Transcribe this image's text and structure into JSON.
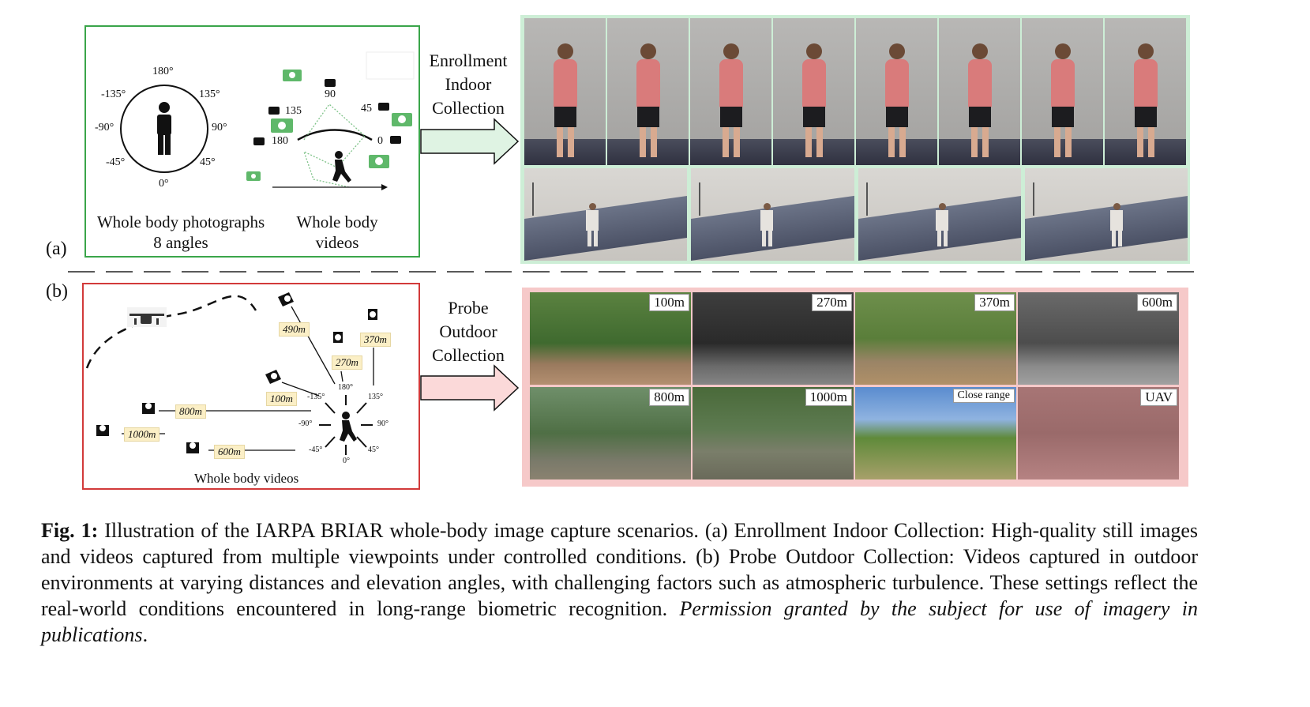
{
  "panel_a": {
    "label": "(a)",
    "angles": {
      "a180": "180°",
      "a135": "135°",
      "am135": "-135°",
      "a90": "90°",
      "am90": "-90°",
      "a45": "45°",
      "am45": "-45°",
      "a0": "0°"
    },
    "arc_marks": {
      "m90": "90",
      "m135": "135",
      "m45": "45",
      "m180": "180",
      "m0": "0"
    },
    "photos_caption_line1": "Whole body photographs",
    "photos_caption_line2": "8 angles",
    "videos_caption_line1": "Whole body",
    "videos_caption_line2": "videos"
  },
  "arrow_a": {
    "line1": "Enrollment",
    "line2": "Indoor",
    "line3": "Collection"
  },
  "panel_b": {
    "label": "(b)",
    "distances": {
      "d490": "490m",
      "d370": "370m",
      "d270": "270m",
      "d100": "100m",
      "d800": "800m",
      "d1000": "1000m",
      "d600": "600m"
    },
    "angles": {
      "a180": "180°",
      "a135": "135°",
      "am135": "-135°",
      "a90": "90°",
      "am90": "-90°",
      "a45": "45°",
      "am45": "-45°",
      "a0": "0°"
    },
    "videos_caption": "Whole body videos"
  },
  "arrow_b": {
    "line1": "Probe",
    "line2": "Outdoor",
    "line3": "Collection"
  },
  "probe_tags": [
    "100m",
    "270m",
    "370m",
    "600m",
    "800m",
    "1000m",
    "Close range",
    "UAV"
  ],
  "caption": {
    "fig_label": "Fig. 1:",
    "text": " Illustration of the IARPA BRIAR whole-body image capture scenarios. (a) Enrollment Indoor Collection: High-quality still images and videos captured from multiple viewpoints under controlled conditions. (b) Probe Outdoor Collection: Videos captured in outdoor environments at varying distances and elevation angles, with challenging factors such as atmospheric turbulence. These settings reflect the real-world conditions encountered in long-range biometric recognition. ",
    "italic": "Permission granted by the subject for use of imagery in publications",
    "end": "."
  },
  "colors": {
    "green_border": "#3aa54a",
    "red_border": "#d23a3a",
    "green_frame": "#cdeed6",
    "red_frame": "#f6c9c9"
  }
}
